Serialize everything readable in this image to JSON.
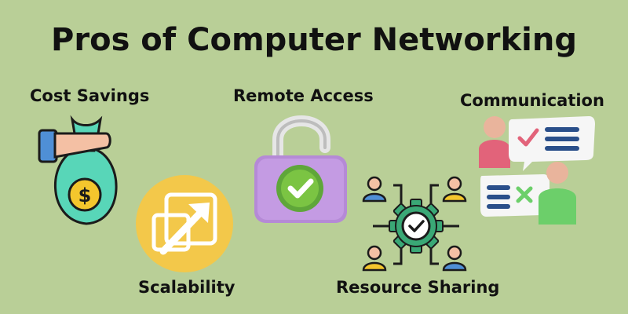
{
  "title": "Pros of Computer Networking",
  "items": [
    {
      "label": "Cost Savings",
      "icon": "money-bag-icon"
    },
    {
      "label": "Remote Access",
      "icon": "unlocked-padlock-icon"
    },
    {
      "label": "Communication",
      "icon": "chat-people-icon"
    },
    {
      "label": "Scalability",
      "icon": "scale-up-arrow-icon"
    },
    {
      "label": "Resource Sharing",
      "icon": "shared-resources-gear-icon"
    }
  ],
  "colors": {
    "background": "#b9cf97",
    "money_bag": "#58d6b8",
    "coin": "#f4c62d",
    "padlock": "#b58ad6",
    "check_badge": "#7bc443",
    "scalability_circle": "#f3c84a"
  }
}
